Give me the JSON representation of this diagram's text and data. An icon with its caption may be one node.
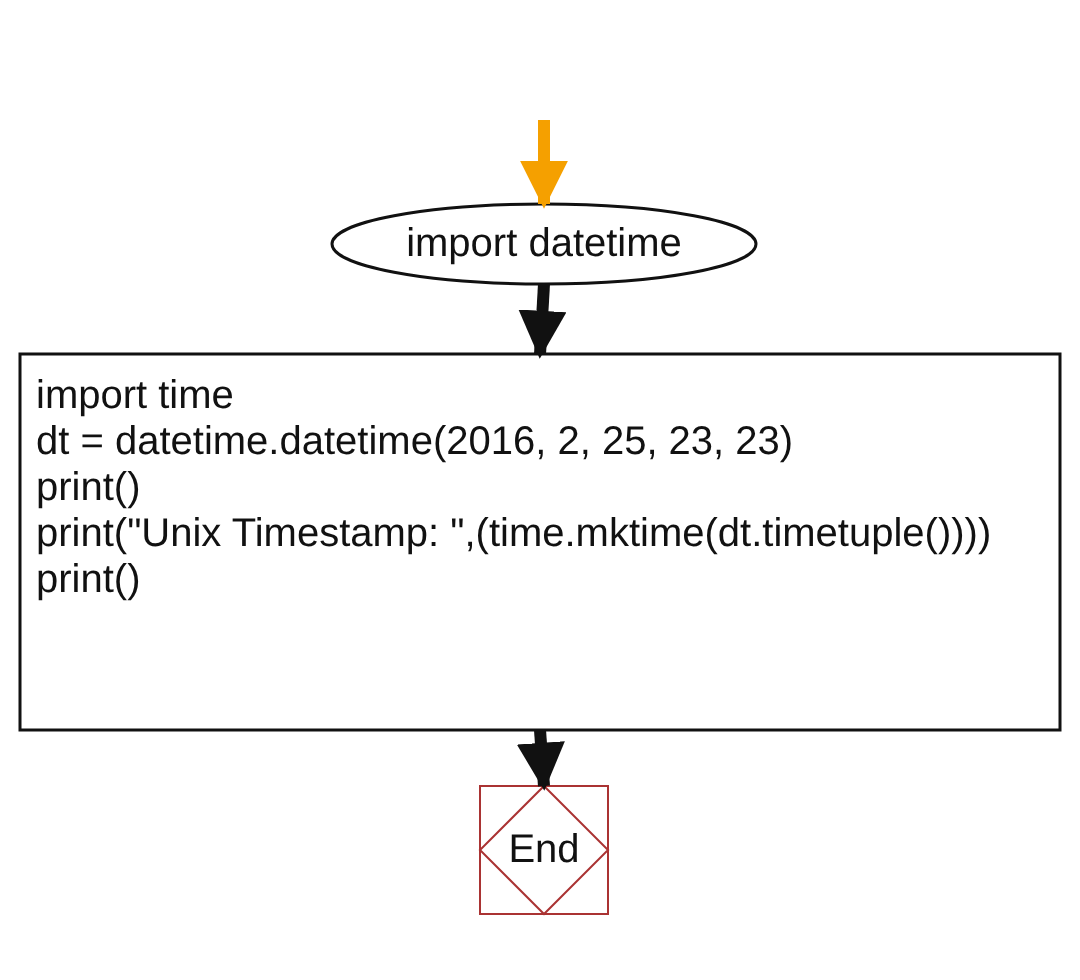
{
  "diagram": {
    "nodes": [
      {
        "text": [
          "import datetime"
        ]
      },
      {
        "text": [
          "import time",
          "dt = datetime.datetime(2016, 2, 25, 23, 23)",
          "print()",
          "print(\"Unix Timestamp: \",(time.mktime(dt.timetuple())))",
          "print()"
        ]
      },
      {
        "text": [
          "End"
        ]
      }
    ],
    "edges": [
      {
        "from": null,
        "to": 0,
        "arrow": "to",
        "color": "#f5a000"
      },
      {
        "from": 0,
        "to": 1,
        "arrow": "to"
      },
      {
        "from": 1,
        "to": 2,
        "arrow": "to"
      }
    ]
  }
}
